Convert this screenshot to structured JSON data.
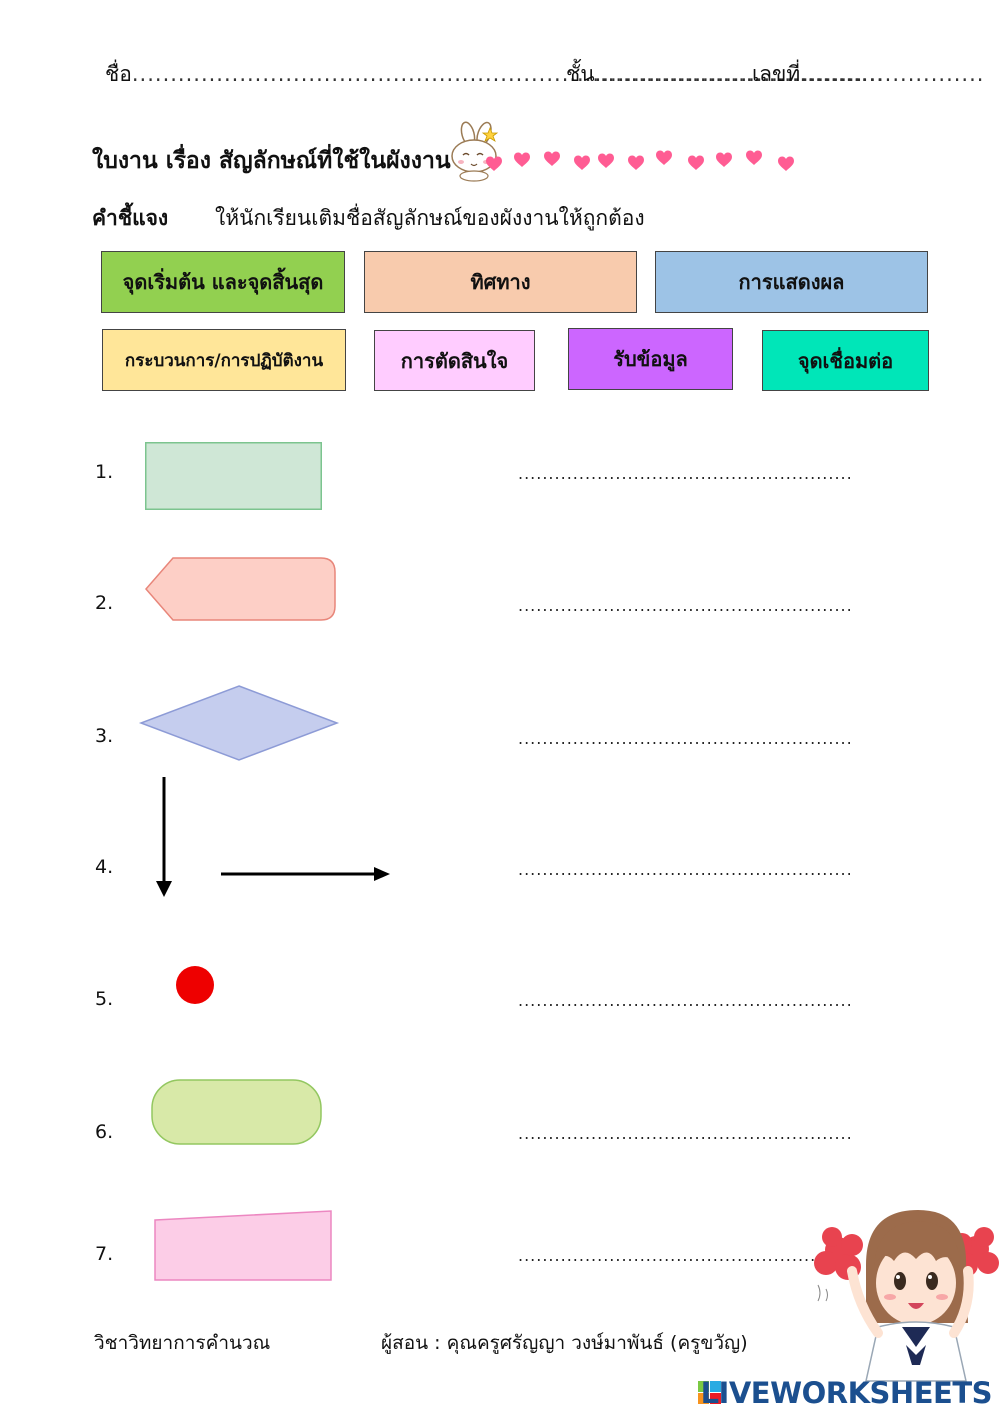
{
  "header": {
    "name_label": "ชื่อ",
    "name_dots": "..................................................................................................",
    "class_label": "ชั้น",
    "class_dots": "...................................",
    "number_label": "เลขที่",
    "number_dots": "........................"
  },
  "title": "ใบงาน เรื่อง สัญลักษณ์ที่ใช้ในผังงาน",
  "instruction": {
    "label": "คำชี้แจง",
    "text": "ให้นักเรียนเติมชื่อสัญลักษณ์ของผังงานให้ถูกต้อง"
  },
  "options": [
    {
      "label": "จุดเริ่มต้น และจุดสิ้นสุด",
      "color": "#92d050"
    },
    {
      "label": "ทิศทาง",
      "color": "#f8cbad"
    },
    {
      "label": "การแสดงผล",
      "color": "#9dc3e6"
    },
    {
      "label": "กระบวนการ/การปฏิบัติงาน",
      "color": "#ffe699"
    },
    {
      "label": "การตัดสินใจ",
      "color": "#ffccff"
    },
    {
      "label": "รับข้อมูล",
      "color": "#cc66ff"
    },
    {
      "label": "จุดเชื่อมต่อ",
      "color": "#00e6b8"
    }
  ],
  "questions": [
    {
      "number": "1.",
      "shape": "process-rectangle-icon",
      "answer": "......................................................."
    },
    {
      "number": "2.",
      "shape": "display-shape-icon",
      "answer": "......................................................."
    },
    {
      "number": "3.",
      "shape": "decision-diamond-icon",
      "answer": "......................................................."
    },
    {
      "number": "4.",
      "shape": "flow-arrows-icon",
      "answer": "......................................................."
    },
    {
      "number": "5.",
      "shape": "connector-circle-icon",
      "answer": "......................................................."
    },
    {
      "number": "6.",
      "shape": "terminal-rounded-icon",
      "answer": "......................................................."
    },
    {
      "number": "7.",
      "shape": "manual-input-icon",
      "answer": "......................................................."
    }
  ],
  "footer": {
    "subject": "วิชาวิทยาการคำนวณ",
    "teacher": "ผู้สอน : คุณครูศรัญญา  วงษ์มาพันธ์ (ครูขวัญ)"
  },
  "brand": "LIVEWORKSHEETS"
}
